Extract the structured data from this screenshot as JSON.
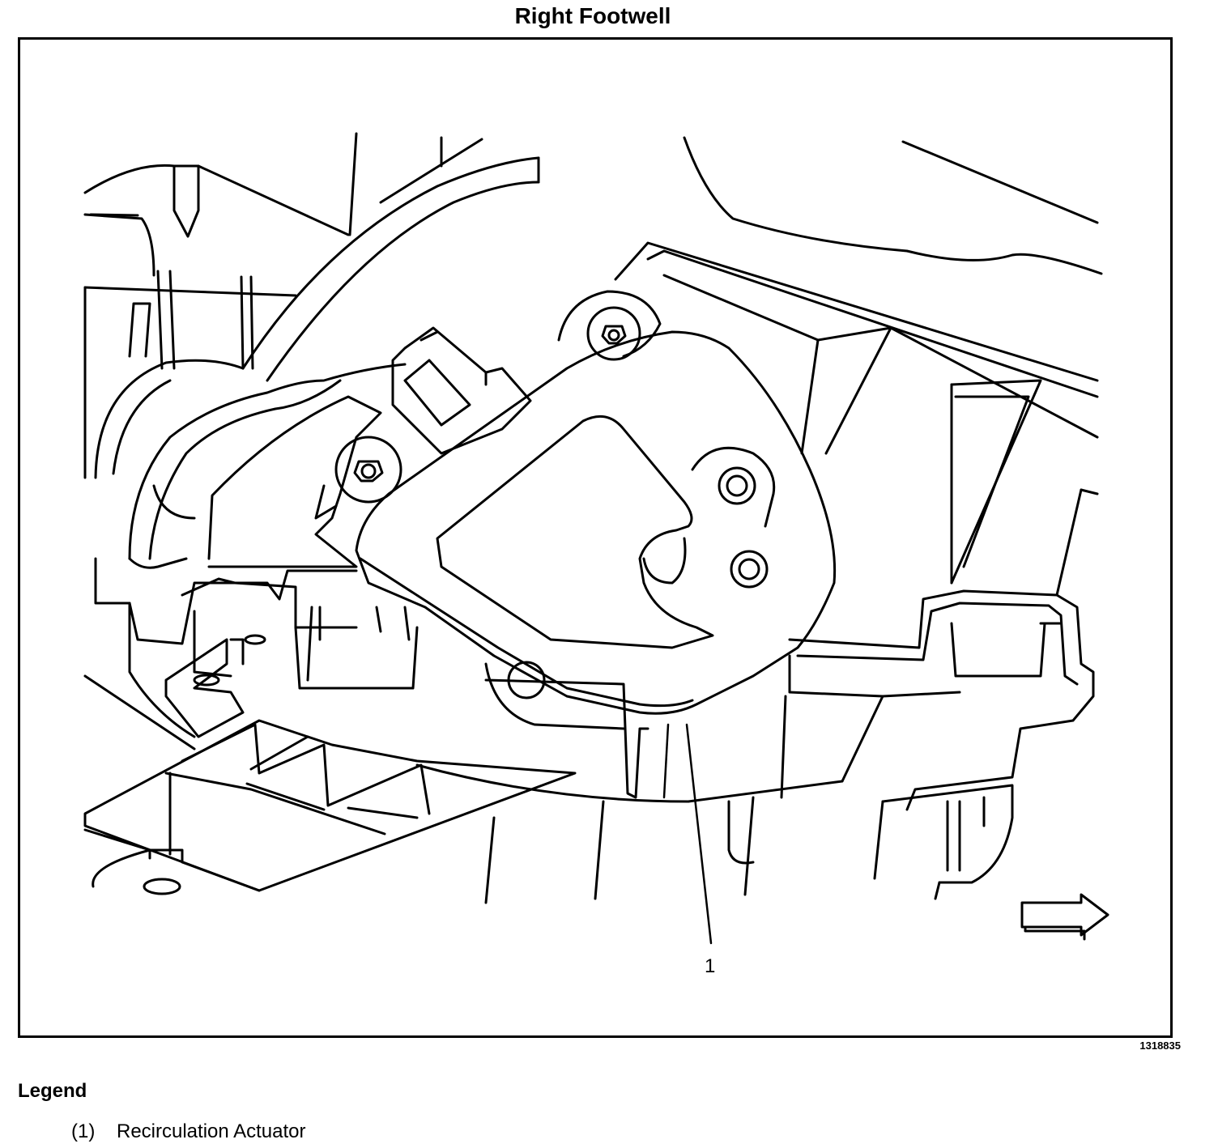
{
  "figure": {
    "title": "Right Footwell",
    "figure_id": "1318835"
  },
  "callouts": [
    {
      "number": "1"
    }
  ],
  "legend": {
    "heading": "Legend",
    "items": [
      {
        "number": "(1)",
        "label": "Recirculation Actuator"
      }
    ]
  }
}
